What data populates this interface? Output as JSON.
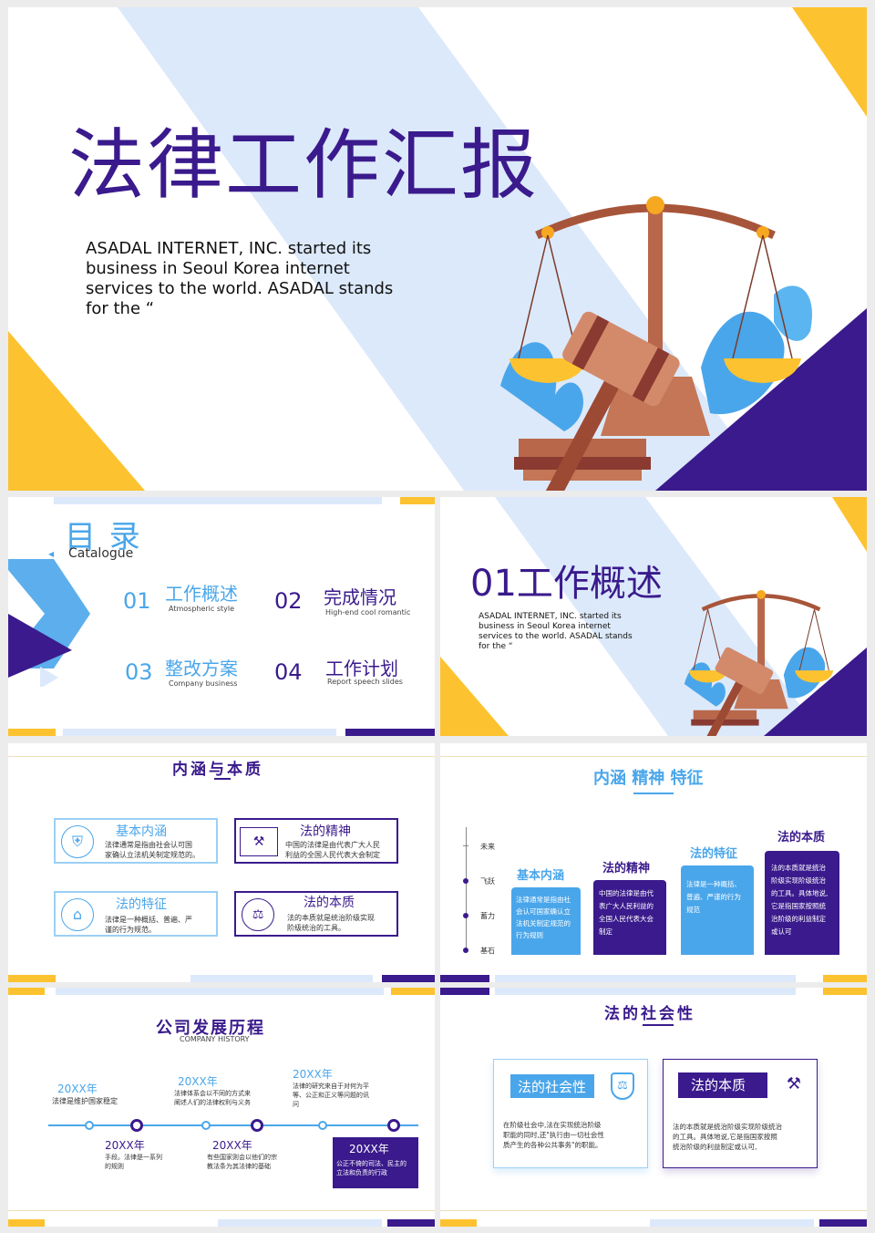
{
  "colors": {
    "purple": "#3a1a8c",
    "blue": "#4aa6ea",
    "light_blue": "#dce9fa",
    "yellow": "#fdc22f"
  },
  "slide1": {
    "title": "法律工作汇报",
    "desc": [
      "ASADAL INTERNET, INC. started its",
      "business in Seoul Korea internet",
      "services to the world. ASADAL stands",
      "for the “"
    ]
  },
  "slide2": {
    "title": "目 录",
    "subtitle": "Catalogue",
    "items": [
      {
        "num": "01",
        "title": "工作概述",
        "sub": "Atmospheric style"
      },
      {
        "num": "02",
        "title": "完成情况",
        "sub": "High-end cool romantic"
      },
      {
        "num": "03",
        "title": "整改方案",
        "sub": "Company business"
      },
      {
        "num": "04",
        "title": "工作计划",
        "sub": "Report speech slides"
      }
    ]
  },
  "slide3": {
    "title": "01工作概述",
    "desc": [
      "ASADAL INTERNET, INC. started its",
      "business in Seoul Korea internet",
      "services to the world. ASADAL stands",
      "for the “"
    ]
  },
  "slide4": {
    "title": "内涵与本质",
    "cards": [
      {
        "title": "基本内涵",
        "lines": [
          "法律通常是指由社会认可国",
          "家确认立法机关制定规范的。"
        ],
        "icon": "shield-icon"
      },
      {
        "title": "法的精神",
        "lines": [
          "中国的法律是由代表广大人民",
          "利益的全国人民代表大会制定"
        ],
        "icon": "gavel-icon"
      },
      {
        "title": "法的特征",
        "lines": [
          "法律是一种概括、普遍、严",
          "谨的行为规范。"
        ],
        "icon": "pillar-icon"
      },
      {
        "title": "法的本质",
        "lines": [
          "法的本质就是统治阶级实现",
          "阶级统治的工具。"
        ],
        "icon": "hammer-icon"
      }
    ]
  },
  "slide5": {
    "title": "内涵 精神 特征",
    "axis": [
      "未来",
      "飞跃",
      "蓄力",
      "基石"
    ],
    "bars": [
      {
        "title": "基本内涵",
        "lines": [
          "法律通常是指由社",
          "会认可国家确认立",
          "法机关制定规范的",
          "行为规则"
        ]
      },
      {
        "title": "法的精神",
        "lines": [
          "中国的法律是由代",
          "表广大人民利益的",
          "全国人民代表大会",
          "制定"
        ]
      },
      {
        "title": "法的特征",
        "lines": [
          "法律是一种概括、",
          "普遍、严谨的行为",
          "规范"
        ]
      },
      {
        "title": "法的本质",
        "lines": [
          "法的本质就是统治",
          "阶级实现阶级统治",
          "的工具。具体地说,",
          "它是指国家按照统",
          "治阶级的利益制定",
          "或认可"
        ]
      }
    ]
  },
  "slide6": {
    "title": "公司发展历程",
    "subtitle": "COMPANY HISTORY",
    "events_top": [
      {
        "year": "20XX年",
        "lines": [
          "法律是维护国家稳定"
        ]
      },
      {
        "year": "20XX年",
        "lines": [
          "法律体系会以不同的方式来",
          "阐述人们的法律权利与义务"
        ]
      },
      {
        "year": "20XX年",
        "lines": [
          "法律的研究来自于对何为平",
          "等、公正和正义等问题的讯",
          "问"
        ]
      }
    ],
    "events_bottom": [
      {
        "year": "20XX年",
        "lines": [
          "手段。法律是一系列",
          "的规则"
        ]
      },
      {
        "year": "20XX年",
        "lines": [
          "有些国家则会以他们的宗",
          "教法条为其法律的基础"
        ]
      },
      {
        "year": "20XX年",
        "lines": [
          "公正不倚的司法、民主的",
          "立法和负责的行政"
        ]
      }
    ]
  },
  "slide7": {
    "title": "法的社会性",
    "cards": [
      {
        "title": "法的社会性",
        "lines": [
          "在阶级社会中,法在实现统治阶级",
          "职能的同时,还\"执行由一切社会性",
          "质产生的各种公共事务\"的职能。"
        ],
        "icon": "scale-shield-icon"
      },
      {
        "title": "法的本质",
        "lines": [
          "法的本质就是统治阶级实现阶级统治",
          "的工具。具体地说,它是指国家按照",
          "统治阶级的利益制定或认可,"
        ],
        "icon": "gavel-icon"
      }
    ]
  }
}
